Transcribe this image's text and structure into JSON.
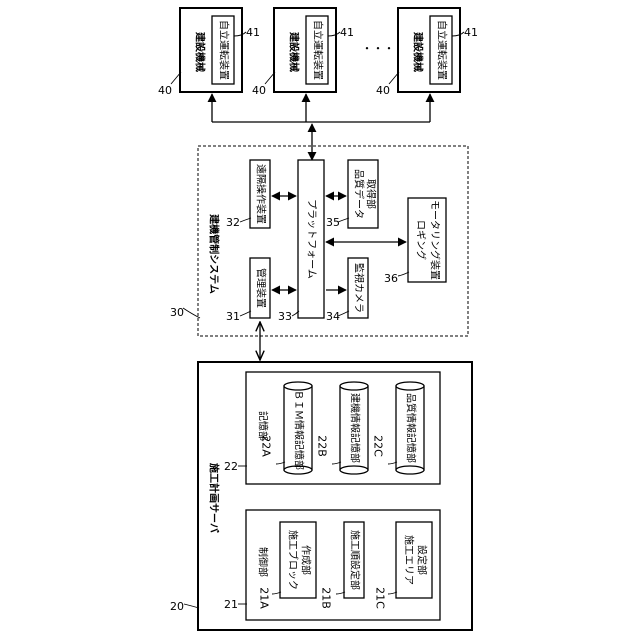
{
  "construction_machines": [
    {
      "ref": "40",
      "title": "建設機械",
      "device_ref": "41",
      "device_label": "自立運転装置"
    },
    {
      "ref": "40",
      "title": "建設機械",
      "device_ref": "41",
      "device_label": "自立運転装置"
    },
    {
      "ref": "40",
      "title": "建設機械",
      "device_ref": "41",
      "device_label": "自立運転装置"
    }
  ],
  "ellipsis": "・・・",
  "control_system": {
    "ref": "30",
    "title": "建機管制システム",
    "platform": {
      "ref": "33",
      "label": "プラットフォーム"
    },
    "remote_operation": {
      "ref": "32",
      "label": "遠隔操作装置"
    },
    "management": {
      "ref": "31",
      "label": "管理装置"
    },
    "quality_data": {
      "ref": "35",
      "label_line1": "品質データ",
      "label_line2": "取得部"
    },
    "logging": {
      "ref": "36",
      "label_line1": "ロギング",
      "label_line2": "モータリング装置"
    },
    "camera": {
      "ref": "34",
      "label": "監視カメラ"
    }
  },
  "server": {
    "ref": "20",
    "title": "施工計画サーバ",
    "storage": {
      "ref": "22",
      "title": "記憶部",
      "items": [
        {
          "ref": "22A",
          "label": "ＢＩＭ情報記憶部"
        },
        {
          "ref": "22B",
          "label": "建機情報記憶部"
        },
        {
          "ref": "22C",
          "label": "品質情報記憶部"
        }
      ]
    },
    "control": {
      "ref": "21",
      "title": "制御部",
      "items": [
        {
          "ref": "21A",
          "label_line1": "施工ブロック",
          "label_line2": "作成部"
        },
        {
          "ref": "21B",
          "label_line1": "施工順設定部",
          "label_line2": ""
        },
        {
          "ref": "21C",
          "label_line1": "施工エリア",
          "label_line2": "設定部"
        }
      ]
    }
  }
}
